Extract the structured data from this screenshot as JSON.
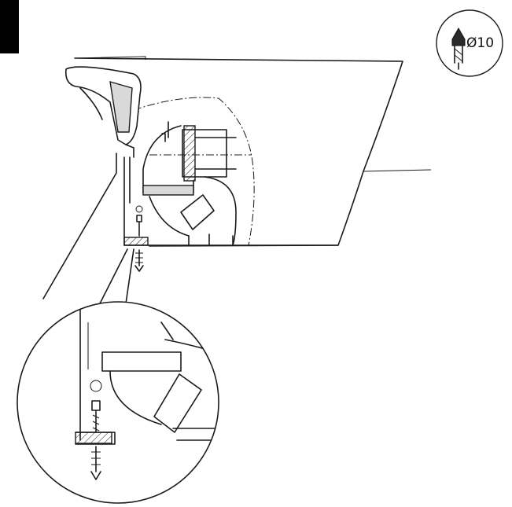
{
  "badge": {
    "label": "Ø10"
  },
  "colors": {
    "line": "#1a1a1a",
    "background": "#ffffff",
    "tab": "#000000"
  },
  "icons": [
    "drill-bit-icon",
    "drill-tool",
    "screw",
    "wall-plug"
  ]
}
